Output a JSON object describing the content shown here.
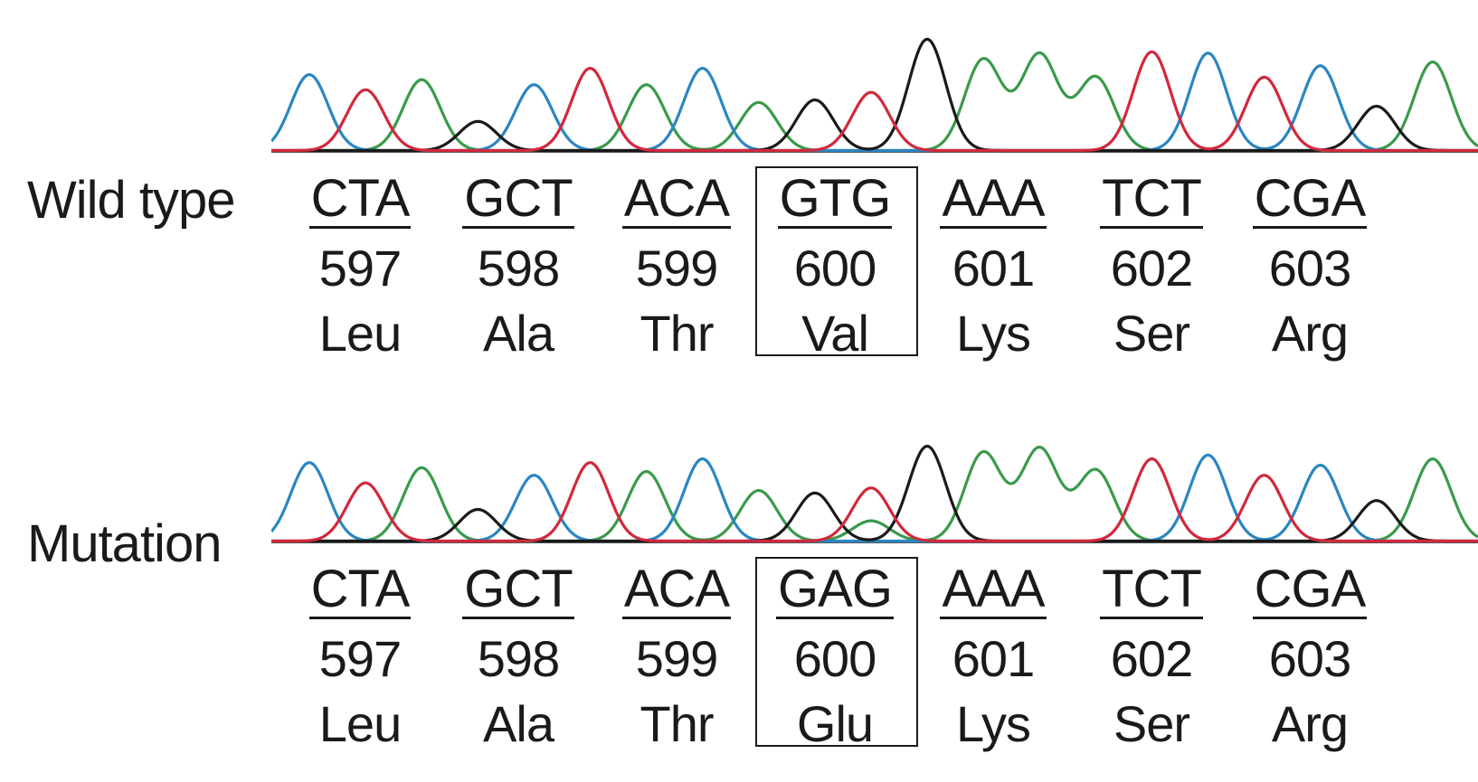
{
  "colors": {
    "A": "#3a9a4a",
    "C": "#2a86c2",
    "G": "#1a1a1a",
    "T": "#d2283c"
  },
  "rows": [
    {
      "label": "Wild type",
      "highlight_index": 3,
      "codons": [
        {
          "codon": "CTA",
          "position": "597",
          "amino_acid": "Leu"
        },
        {
          "codon": "GCT",
          "position": "598",
          "amino_acid": "Ala"
        },
        {
          "codon": "ACA",
          "position": "599",
          "amino_acid": "Thr"
        },
        {
          "codon": "GTG",
          "position": "600",
          "amino_acid": "Val"
        },
        {
          "codon": "AAA",
          "position": "601",
          "amino_acid": "Lys"
        },
        {
          "codon": "TCT",
          "position": "602",
          "amino_acid": "Ser"
        },
        {
          "codon": "CGA",
          "position": "603",
          "amino_acid": "Arg"
        }
      ],
      "peaks": [
        {
          "base": "C",
          "height": 0.6
        },
        {
          "base": "T",
          "height": 0.48
        },
        {
          "base": "A",
          "height": 0.56
        },
        {
          "base": "G",
          "height": 0.23
        },
        {
          "base": "C",
          "height": 0.52
        },
        {
          "base": "T",
          "height": 0.65
        },
        {
          "base": "A",
          "height": 0.52
        },
        {
          "base": "C",
          "height": 0.65
        },
        {
          "base": "A",
          "height": 0.38
        },
        {
          "base": "G",
          "height": 0.4
        },
        {
          "base": "T",
          "height": 0.46
        },
        {
          "base": "G",
          "height": 0.88
        },
        {
          "base": "A",
          "height": 0.72
        },
        {
          "base": "A",
          "height": 0.76
        },
        {
          "base": "A",
          "height": 0.58
        },
        {
          "base": "T",
          "height": 0.78
        },
        {
          "base": "C",
          "height": 0.77
        },
        {
          "base": "T",
          "height": 0.58
        },
        {
          "base": "C",
          "height": 0.67
        },
        {
          "base": "G",
          "height": 0.35
        },
        {
          "base": "A",
          "height": 0.7
        }
      ]
    },
    {
      "label": "Mutation",
      "highlight_index": 3,
      "codons": [
        {
          "codon": "CTA",
          "position": "597",
          "amino_acid": "Leu"
        },
        {
          "codon": "GCT",
          "position": "598",
          "amino_acid": "Ala"
        },
        {
          "codon": "ACA",
          "position": "599",
          "amino_acid": "Thr"
        },
        {
          "codon": "GAG",
          "position": "600",
          "amino_acid": "Glu"
        },
        {
          "codon": "AAA",
          "position": "601",
          "amino_acid": "Lys"
        },
        {
          "codon": "TCT",
          "position": "602",
          "amino_acid": "Ser"
        },
        {
          "codon": "CGA",
          "position": "603",
          "amino_acid": "Arg"
        }
      ],
      "peaks": [
        {
          "base": "C",
          "height": 0.62
        },
        {
          "base": "T",
          "height": 0.46
        },
        {
          "base": "A",
          "height": 0.58
        },
        {
          "base": "G",
          "height": 0.25
        },
        {
          "base": "C",
          "height": 0.52
        },
        {
          "base": "T",
          "height": 0.62
        },
        {
          "base": "A",
          "height": 0.55
        },
        {
          "base": "C",
          "height": 0.65
        },
        {
          "base": "A",
          "height": 0.4
        },
        {
          "base": "G",
          "height": 0.38
        },
        {
          "base": "T",
          "height": 0.42,
          "secondary": {
            "base": "A",
            "height": 0.16
          }
        },
        {
          "base": "G",
          "height": 0.75
        },
        {
          "base": "A",
          "height": 0.7
        },
        {
          "base": "A",
          "height": 0.73
        },
        {
          "base": "A",
          "height": 0.56
        },
        {
          "base": "T",
          "height": 0.65
        },
        {
          "base": "C",
          "height": 0.68
        },
        {
          "base": "T",
          "height": 0.52
        },
        {
          "base": "C",
          "height": 0.6
        },
        {
          "base": "G",
          "height": 0.32
        },
        {
          "base": "A",
          "height": 0.65
        }
      ]
    }
  ]
}
